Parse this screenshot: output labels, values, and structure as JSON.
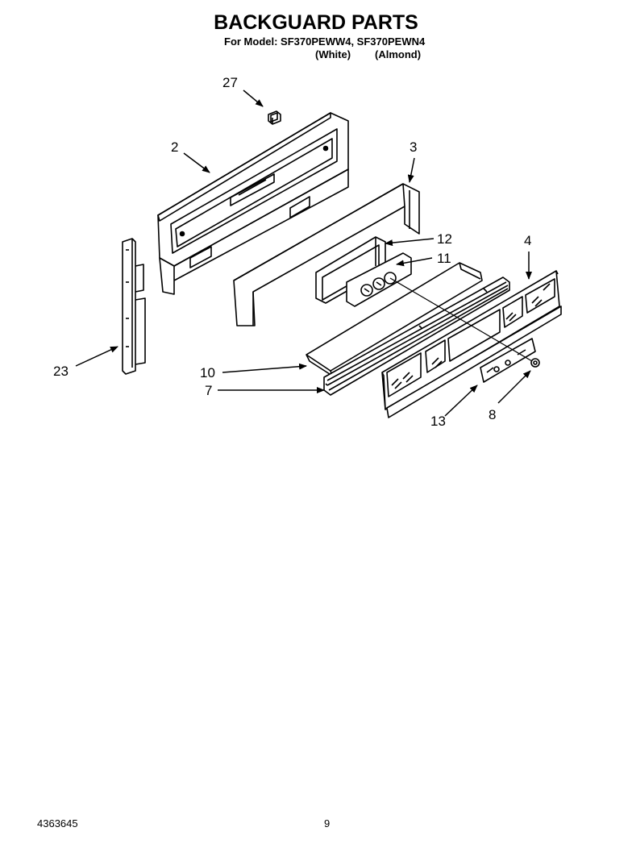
{
  "header": {
    "title": "BACKGUARD PARTS",
    "model_line": "For Model: SF370PEWW4, SF370PEWN4",
    "variant_white": "(White)",
    "variant_almond": "(Almond)"
  },
  "callouts": {
    "c27": "27",
    "c2": "2",
    "c3": "3",
    "c12": "12",
    "c4": "4",
    "c11": "11",
    "c23": "23",
    "c10": "10",
    "c7": "7",
    "c13": "13",
    "c8": "8"
  },
  "footer": {
    "doc_number": "4363645",
    "page_number": "9"
  }
}
